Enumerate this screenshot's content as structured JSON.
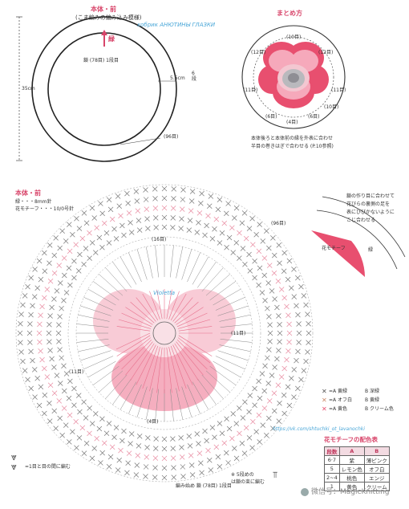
{
  "top_left": {
    "title": "本体・前",
    "subtitle": "(こま編みの編み込み模様)",
    "arrow_label": "緑",
    "start_label": "鎖 (78目) 1段目",
    "width_label": "5.5cm",
    "rows_label": "6段",
    "height_label": "35cm",
    "stitch_label": "(96目)"
  },
  "watermark_top": "хобрик АНЮТИНЫ ГЛАЗКИ",
  "top_right": {
    "title": "まとめ方",
    "labels": [
      "(10目)",
      "(12目)",
      "(12目)",
      "(6目)",
      "(6目)",
      "(4目)",
      "(10目)",
      "(11目)",
      "(11目)"
    ],
    "note_line1": "本体後ろと本体前の縁を外表に合わせ",
    "note_line2": "半目の巻きはぎで合わせる (P.10参照)"
  },
  "main": {
    "title": "本体・前",
    "line1": "緑・・・8mm針",
    "line2": "花モチーフ・・・10/0号針",
    "label_96": "(96目)",
    "label_16": "(16目)",
    "label_11_left": "(11目)",
    "label_11_right": "(11目)",
    "label_4": "(4目)",
    "start_label": "編み始め 鎖 (78目) 1段目",
    "watermark_mid": "Violetta"
  },
  "side_note": {
    "lines": [
      "鎖の作り目に合わせて",
      "花びらの裏側の足を",
      "表にひびかないように",
      "こじ合わせる"
    ],
    "flower_label": "花モチーフ",
    "green_label": "緑"
  },
  "legend": {
    "rows": [
      {
        "a": "=A 黄緑",
        "b": "B 深緑"
      },
      {
        "a": "=A オフ白",
        "b": "B 黄緑"
      },
      {
        "a": "=A 黄色",
        "b": "B クリーム色"
      }
    ]
  },
  "vk_link": "https://vk.com/shtuchki_ot_lavanochki",
  "color_table": {
    "title": "花モチーフの配色表",
    "headers": [
      "段数",
      "A",
      "B"
    ],
    "rows": [
      [
        "6·7",
        "紫",
        "薄ピンク"
      ],
      [
        "5",
        "レモン色",
        "オフ白"
      ],
      [
        "2~4",
        "桃色",
        "エンジ"
      ],
      [
        "1",
        "黄色",
        "クリーム"
      ]
    ]
  },
  "bottom_left": {
    "note": "=1目と目の間に編む"
  },
  "bottom_right": {
    "note_line1": "※ 5段めの",
    "note_line2": "は鎖の束に編む"
  },
  "wechat": "微信号：MagicKnitting",
  "colors": {
    "pink_heading": "#d8456a",
    "flower_pink": "#e84f6f",
    "light_pink": "#f6c6d0",
    "gray": "#b9b9bd",
    "watermark": "#4aa7d8",
    "chart_line": "#555555"
  }
}
